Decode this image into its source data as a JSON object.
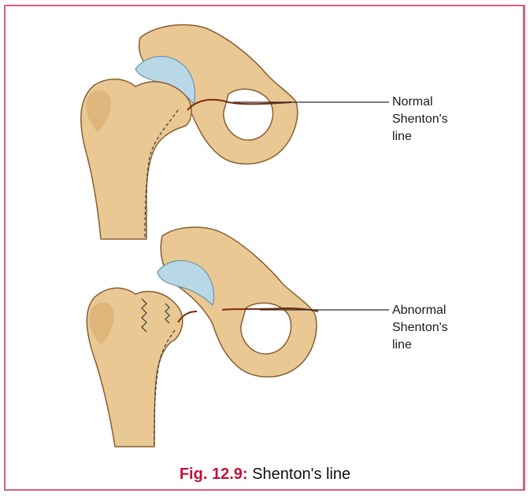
{
  "labels": {
    "normal": [
      "Normal",
      "Shenton's",
      "line"
    ],
    "abnormal": [
      "Abnormal",
      "Shenton's",
      "line"
    ]
  },
  "caption": {
    "fig_number": "Fig. 12.9:",
    "text": "Shenton's line"
  },
  "colors": {
    "bone": "#e9c894",
    "bone_shadow": "#c99b5d",
    "bone_outline": "#8a5e2f",
    "cartilage": "#b8d8e8",
    "border": "#d9607a",
    "caption_accent": "#c4123a"
  }
}
